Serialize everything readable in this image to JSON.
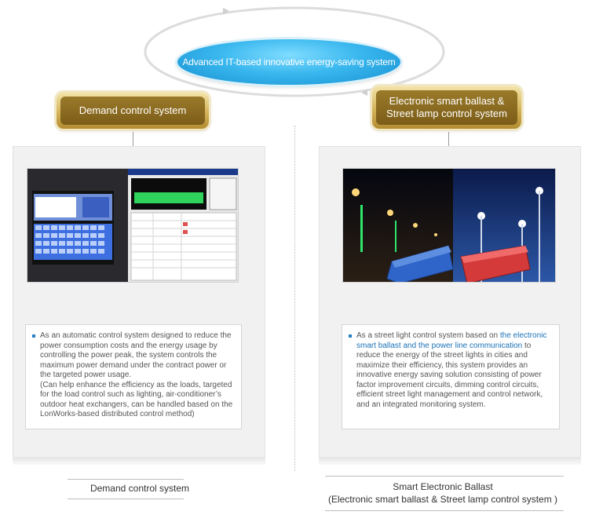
{
  "center_label": "Advanced IT-based innovative energy-saving system",
  "left": {
    "badge": "Demand control system",
    "desc": "As an automatic control system designed to reduce the power consumption costs and the energy usage by controlling the power peak, the system controls the maximum power demand under the contract power or the targeted power usage.",
    "desc_note": "(Can help enhance the efficiency as the loads, targeted for the load control such as lighting, air-conditioner’s outdoor heat exchangers, can be handled based on the LonWorks-based distributed control method)",
    "caption": "Demand control system"
  },
  "right": {
    "badge_line1": "Electronic smart ballast &",
    "badge_line2": "Street lamp control system",
    "desc_pre": "As a street light control system based on ",
    "desc_highlight": "the electronic smart ballast and the power line communication",
    "desc_post": " to reduce the energy of the street lights in cities and maximize their efficiency, this system provides an innovative energy saving solution consisting of power factor improvement circuits, dimming control circuits, efficient street light management and control network, and an integrated monitoring system.",
    "caption_line1": "Smart Electronic Ballast",
    "caption_line2": "(Electronic smart ballast & Street lamp control system )"
  },
  "colors": {
    "accent_blue": "#2bace6",
    "gold": "#c9a548",
    "highlight": "#1b72b8"
  }
}
